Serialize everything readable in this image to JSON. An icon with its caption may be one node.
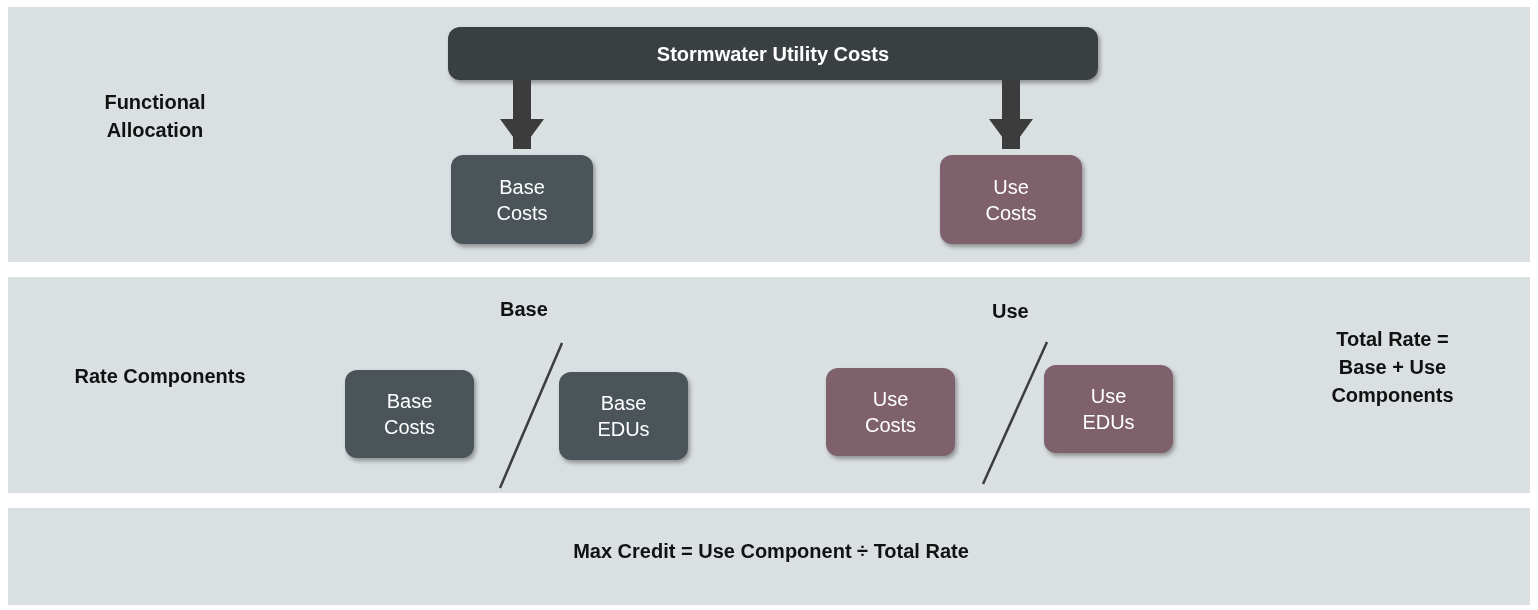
{
  "diagram": {
    "nodes": [
      {
        "text": [
          "Functional Allocation"
        ]
      },
      {
        "text": [
          "Stormwater Utility Costs"
        ],
        "in": 0
      },
      {
        "text": [
          "Base Costs"
        ],
        "in": 0
      },
      {
        "text": [
          "Use Costs"
        ],
        "in": 0
      },
      {
        "text": [
          "Rate Components",
          "Total Rate = Base + Use Components"
        ]
      },
      {
        "text": [
          "Base Costs"
        ],
        "in": 4
      },
      {
        "text": [
          "Base EDUs"
        ],
        "in": 4
      },
      {
        "text": [
          "Use Costs"
        ],
        "in": 4
      },
      {
        "text": [
          "Use EDUs"
        ],
        "in": 4
      },
      {
        "text": [
          "Max Credit = Use Component ÷ Total Rate"
        ]
      }
    ],
    "edges": [
      {
        "from": 1,
        "to": 2,
        "arrow": "to"
      },
      {
        "from": 1,
        "to": 3,
        "arrow": "to"
      }
    ],
    "labels": [
      "Base",
      "Use"
    ]
  }
}
